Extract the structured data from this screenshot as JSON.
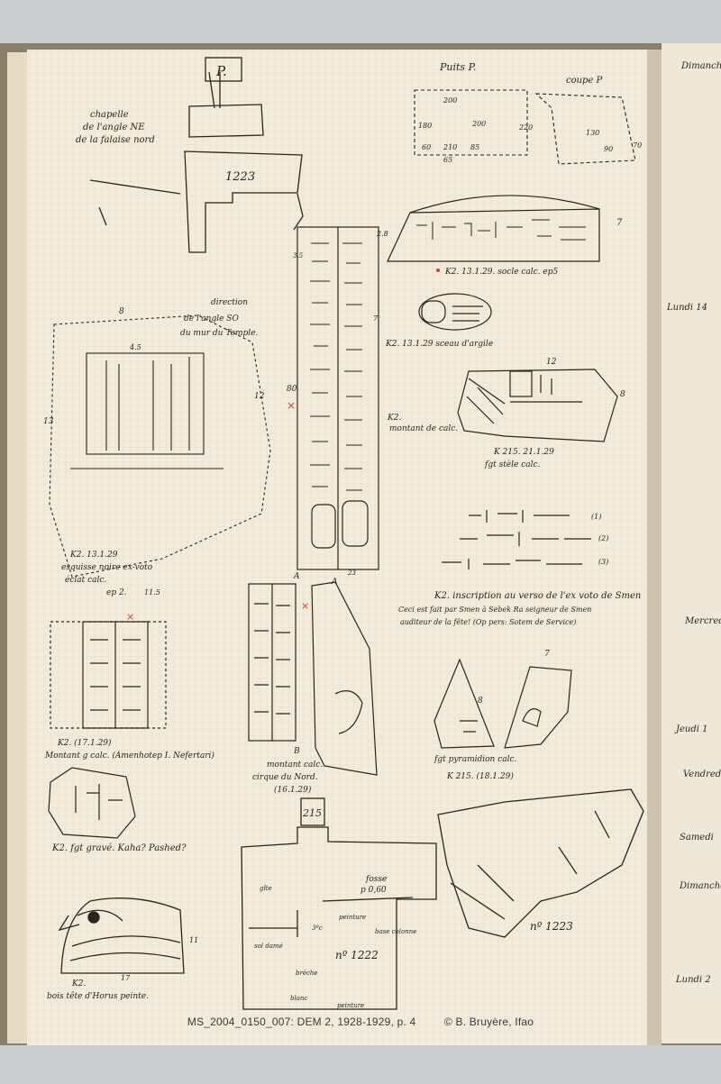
{
  "page": {
    "sheet_letter": "P.",
    "well_title": "Puits P.",
    "section_label": "coupe P",
    "caption": "MS_2004_0150_007: DEM 2, 1928-1929, p. 4",
    "credit": "© B. Bruyère, Ifao"
  },
  "annotations": {
    "chapel": [
      "chapelle",
      "de l'angle NE",
      "de la falaise nord"
    ],
    "num_1223_top": "1223",
    "direction": [
      "direction",
      "de l'angle SO",
      "du mur du Temple."
    ],
    "k2_socle": "K2. 13.1.29. socle calc. ep5",
    "k2_seal": "K2. 13.1.29 sceau d'argile",
    "k2_montant": [
      "K2.",
      "montant de calc."
    ],
    "k215_stele": [
      "K 215. 21.1.29",
      "fgt stèle calc."
    ],
    "k2_esquisse": [
      "K2. 13.1.29",
      "esquisse noire ex-voto",
      "éclat calc.",
      "ep 2."
    ],
    "inscription": [
      "K2. inscription au verso de l'ex voto de Smen",
      "Ceci est fait par Smen à Sebek Ra seigneur de Smen",
      "auditeur de la fête! (Op pers: Sotem de Service)"
    ],
    "k2_amenhotep": [
      "K2. (17.1.29)",
      "Montant g calc. (Amenhotep I. Nefertari)"
    ],
    "montant_nord": [
      "montant calc.",
      "cirque du Nord.",
      "(16.1.29)"
    ],
    "pyramidion": [
      "fgt pyramidion calc.",
      "K 215. (18.1.29)"
    ],
    "k2_kaha": "K2. fgt gravé. Kaha? Pashed?",
    "horus": [
      "K2.",
      "bois tête d'Horus peinte."
    ],
    "plan": {
      "num_215": "215",
      "fosse": [
        "fosse",
        "p 0,60"
      ],
      "num_1222": "nº 1222",
      "num_1223": "nº 1223",
      "labels": [
        "peinture",
        "base colonne",
        "sol damé",
        "brèche",
        "blanc",
        "peinture",
        "gîte",
        "3ºc"
      ]
    },
    "dims_well": [
      "200",
      "180",
      "200",
      "60",
      "210",
      "85",
      "65",
      "220",
      "130",
      "90",
      "70"
    ],
    "dims_misc": [
      "2.8",
      "7",
      "4.5",
      "3.5",
      "80",
      "7",
      "12",
      "8",
      "8",
      "13",
      "12",
      "11.5",
      "17",
      "11",
      "23",
      "7"
    ],
    "marks": [
      "A",
      "A",
      "B"
    ],
    "hiero_line_numbers": [
      "(1)",
      "(2)",
      "(3)"
    ]
  },
  "right_page": {
    "days": [
      "Dimanche",
      "Lundi 14",
      "Mercredi",
      "Jeudi 1",
      "Vendredi",
      "Samedi",
      "Dimanche",
      "Lundi 2"
    ]
  },
  "colors": {
    "paper": "#f2ebd9",
    "ink": "#2a241c",
    "grid": "#d9d3c5",
    "red_mark": "#d23a2e",
    "background": "#c9ced1"
  }
}
